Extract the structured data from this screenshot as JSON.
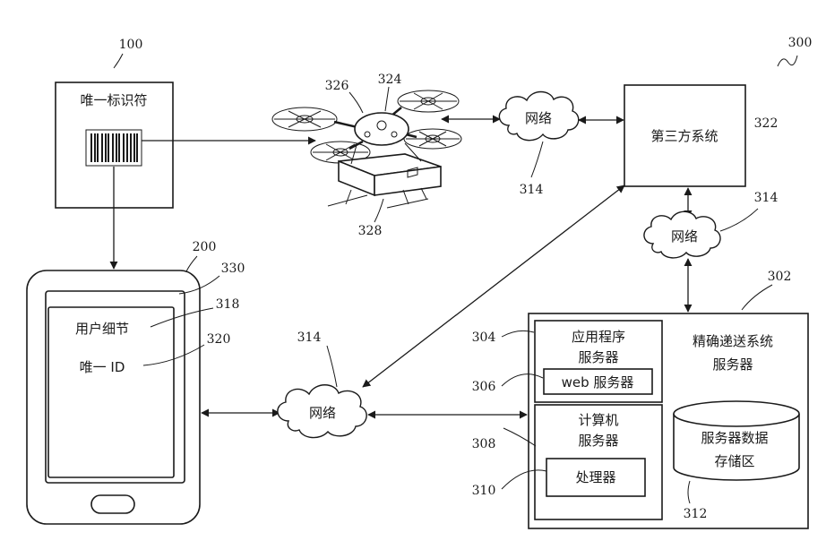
{
  "refs": {
    "r100": "100",
    "r200": "200",
    "r300": "300",
    "r302": "302",
    "r304": "304",
    "r306": "306",
    "r308": "308",
    "r310": "310",
    "r312": "312",
    "r314a": "314",
    "r314b": "314",
    "r314c": "314",
    "r318": "318",
    "r320": "320",
    "r322": "322",
    "r324": "324",
    "r326": "326",
    "r328": "328",
    "r330": "330"
  },
  "labels": {
    "unique_identifier": "唯一标识符",
    "third_party_system": "第三方系统",
    "network_a": "网络",
    "network_b": "网络",
    "network_c": "网络",
    "user_details": "用户细节",
    "unique_id": "唯一 ID",
    "app_server_line1": "应用程序",
    "app_server_line2": "服务器",
    "web_server": "web 服务器",
    "computer_server_line1": "计算机",
    "computer_server_line2": "服务器",
    "processor": "处理器",
    "precise_delivery_line1": "精确递送系统",
    "precise_delivery_line2": "服务器",
    "datastore_line1": "服务器数据",
    "datastore_line2": "存储区"
  }
}
